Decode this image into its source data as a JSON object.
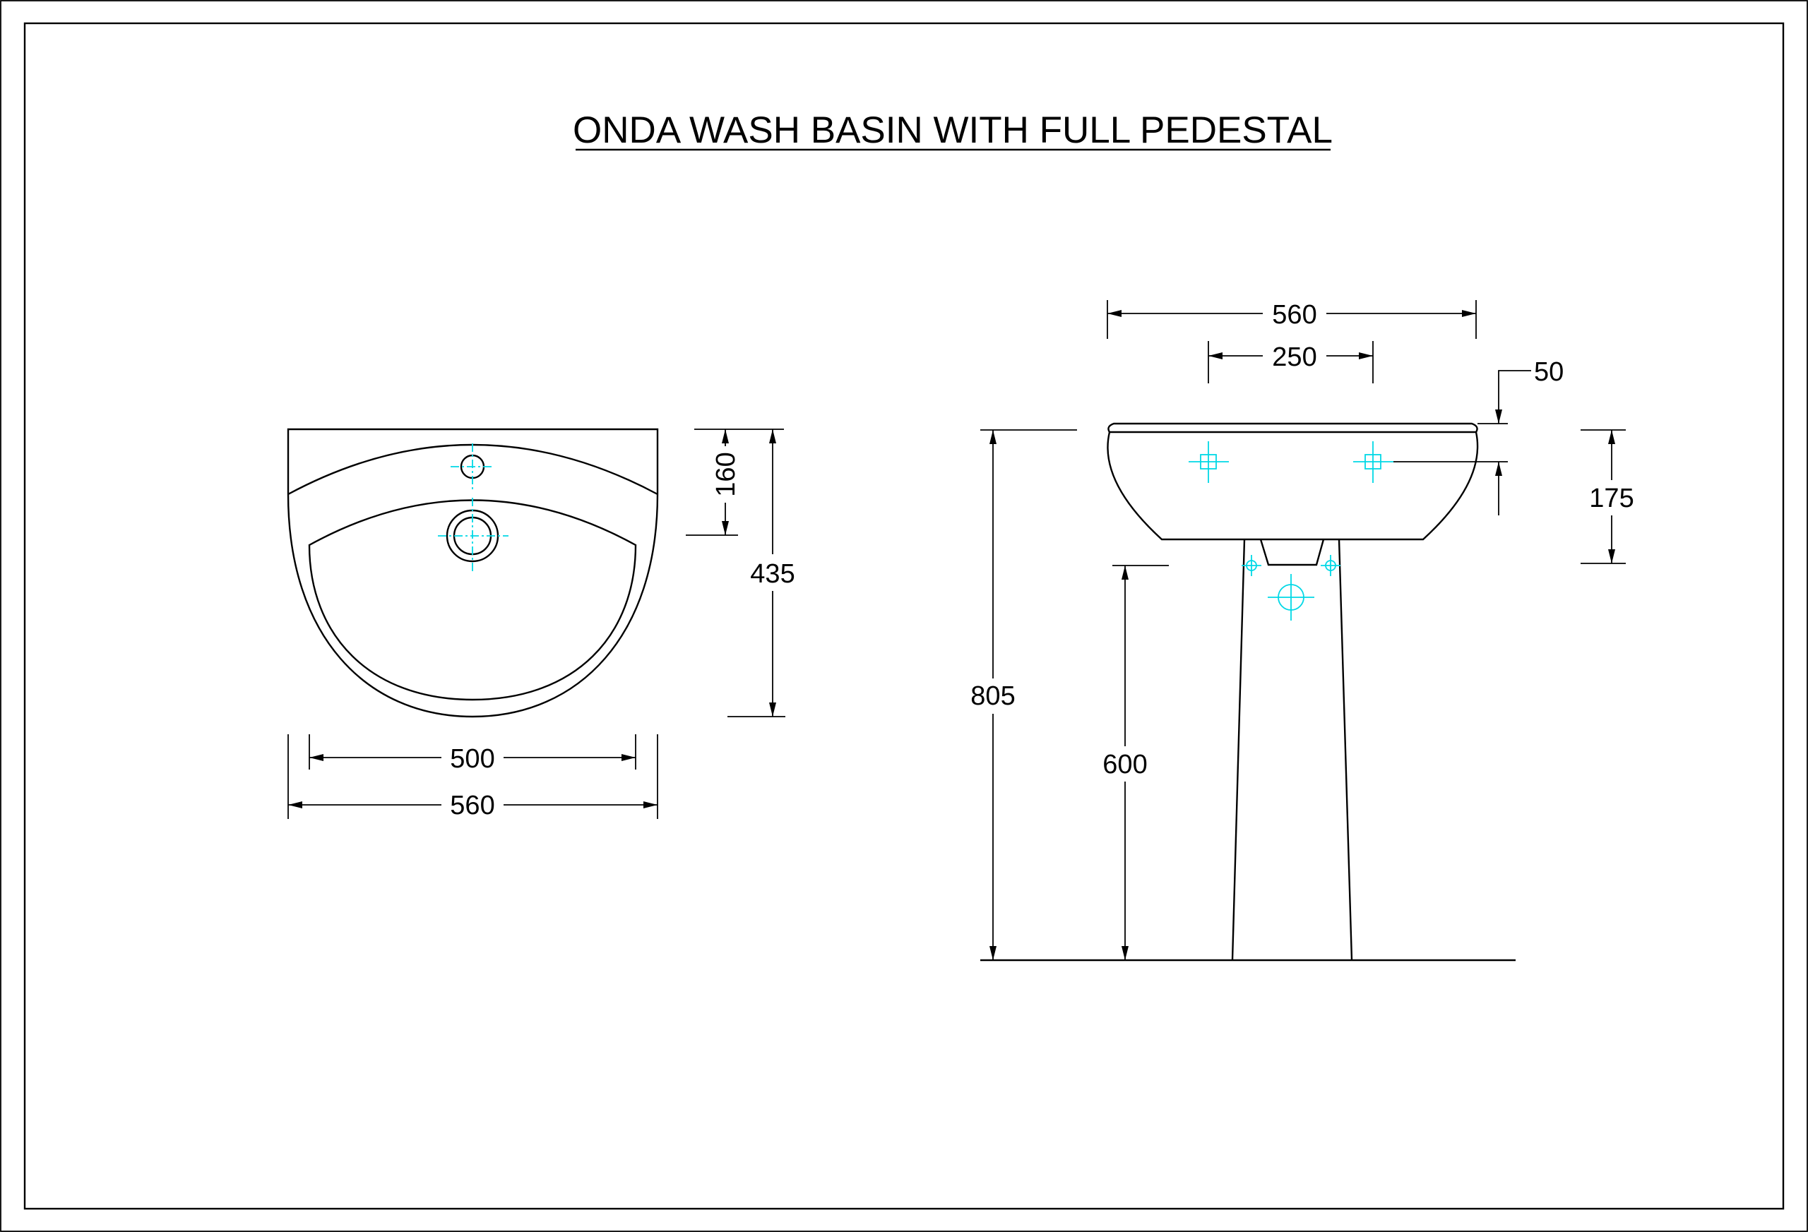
{
  "title": "ONDA WASH BASIN WITH FULL PEDESTAL",
  "top_view": {
    "depth_to_tap_hole": "160",
    "overall_depth": "435",
    "bowl_width": "500",
    "overall_width": "560"
  },
  "front_view": {
    "overall_width": "560",
    "pedestal_width": "250",
    "rim_thickness": "50",
    "basin_height": "175",
    "overall_height": "805",
    "waste_height": "600"
  },
  "colors": {
    "line": "#000000",
    "centerline": "#00d8e6"
  }
}
